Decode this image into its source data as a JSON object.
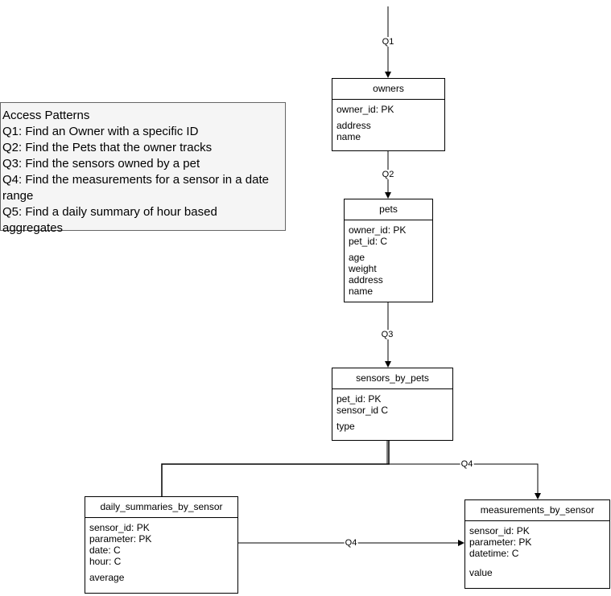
{
  "notes": {
    "title": "Access Patterns",
    "items": [
      "Q1: Find an Owner with a specific ID",
      "Q2: Find the Pets that the owner tracks",
      "Q3: Find the sensors owned by a pet",
      "Q4: Find the measurements for a sensor in a date range",
      "Q5: Find a daily summary of hour based aggregates"
    ]
  },
  "entities": {
    "owners": {
      "title": "owners",
      "keys": [
        "owner_id: PK"
      ],
      "attributes": [
        "address",
        "name"
      ]
    },
    "pets": {
      "title": "pets",
      "keys": [
        "owner_id: PK",
        "pet_id: C"
      ],
      "attributes": [
        "age",
        "weight",
        "address",
        "name"
      ]
    },
    "sensors_by_pets": {
      "title": "sensors_by_pets",
      "keys": [
        "pet_id: PK",
        "sensor_id C"
      ],
      "attributes": [
        "type"
      ]
    },
    "daily_summaries_by_sensor": {
      "title": "daily_summaries_by_sensor",
      "keys": [
        "sensor_id: PK",
        "parameter: PK",
        "date: C",
        "hour: C"
      ],
      "attributes": [
        "average"
      ]
    },
    "measurements_by_sensor": {
      "title": "measurements_by_sensor",
      "keys": [
        "sensor_id: PK",
        "parameter: PK",
        "datetime: C"
      ],
      "attributes": [
        "value"
      ]
    }
  },
  "edges": {
    "q1": "Q1",
    "q2": "Q2",
    "q3": "Q3",
    "q4_top": "Q4",
    "q4_bottom": "Q4"
  }
}
